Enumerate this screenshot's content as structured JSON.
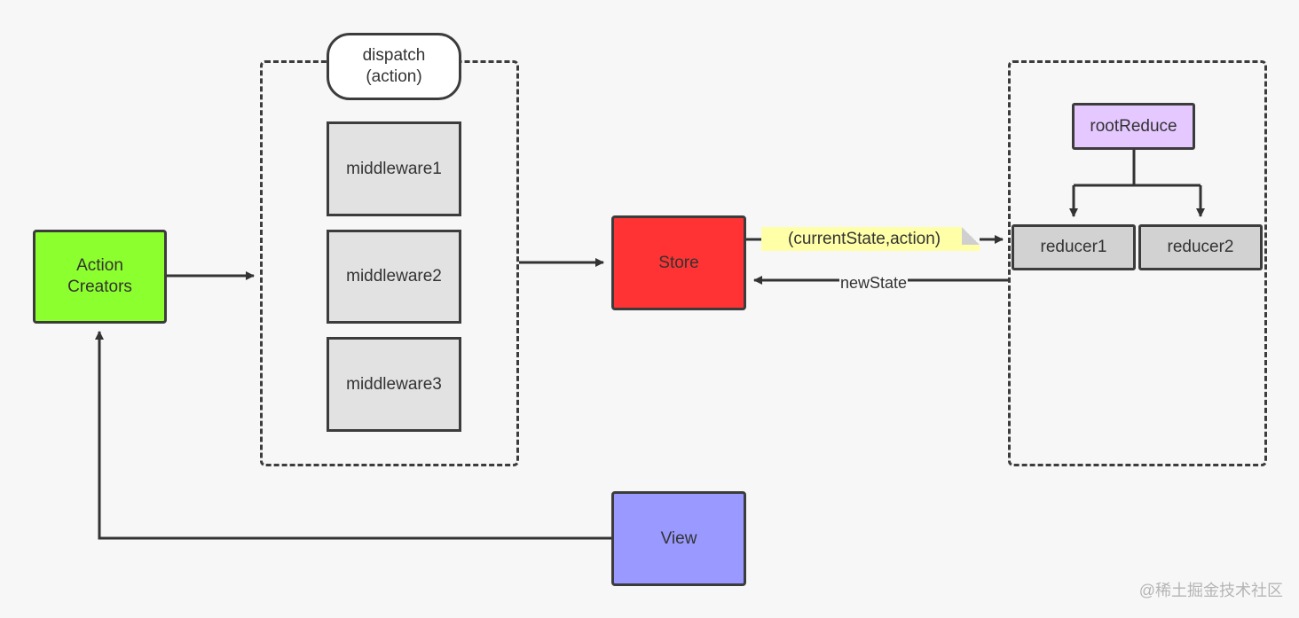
{
  "diagram": {
    "nodes": {
      "action_creators": "Action\nCreators",
      "dispatch": "dispatch\n(action)",
      "middleware1": "middleware1",
      "middleware2": "middleware2",
      "middleware3": "middleware3",
      "store": "Store",
      "view": "View",
      "root_reduce": "rootReduce",
      "reducer1": "reducer1",
      "reducer2": "reducer2"
    },
    "annotations": {
      "current_state_note": "(currentState,action)",
      "new_state_label": "newState"
    },
    "edges": [
      {
        "from": "action_creators",
        "to": "middleware_group"
      },
      {
        "from": "middleware_group",
        "to": "store"
      },
      {
        "from": "store",
        "to": "reducer1",
        "label": "(currentState,action)"
      },
      {
        "from": "reducer_group",
        "to": "store",
        "label": "newState"
      },
      {
        "from": "root_reduce",
        "to": "reducer1"
      },
      {
        "from": "root_reduce",
        "to": "reducer2"
      },
      {
        "from": "view",
        "to": "action_creators"
      }
    ],
    "colors": {
      "action_creators": "#8cff2e",
      "store": "#ff3333",
      "view": "#9999ff",
      "root_reduce": "#e5c8ff",
      "middleware": "#e2e2e2",
      "reducer": "#d2d2d2",
      "note": "#ffffa8"
    }
  },
  "watermark": "@稀土掘金技术社区"
}
